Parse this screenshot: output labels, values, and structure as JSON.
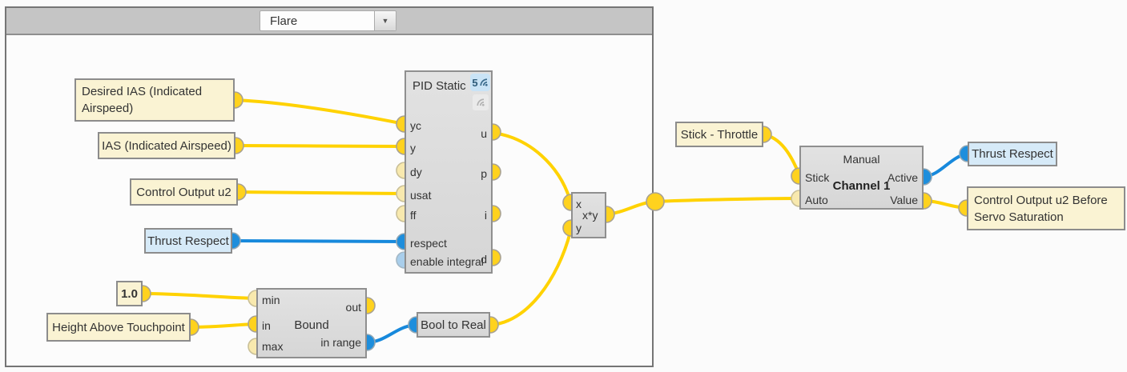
{
  "window": {
    "dropdown": {
      "value": "Flare",
      "arrow": "▼"
    }
  },
  "colors": {
    "wire_yellow": "#FFD200",
    "wire_blue": "#1789DC",
    "port_yellow_connected": "#FFD21E",
    "port_yellow_optional": "#F8E9AE",
    "port_blue_connected": "#1E8EDC",
    "port_blue_optional": "#A9CEEB",
    "node_yellow_bg": "#FAF3D3",
    "node_blue_bg": "#D6EAF8",
    "block_gray_bg": "#DCDCDC",
    "panel_header_gray": "#C5C5C5",
    "badge_blue_bg": "#C9E3F6"
  },
  "sources": {
    "desired_ias": {
      "label": "Desired IAS (Indicated Airspeed)"
    },
    "ias": {
      "label": "IAS (Indicated Airspeed)"
    },
    "control_output_u2": {
      "label": "Control Output u2"
    },
    "thrust_respect": {
      "label": "Thrust Respect"
    },
    "const_one": {
      "label": "1.0"
    },
    "height_above_touchpoint": {
      "label": "Height Above Touchpoint"
    },
    "stick_throttle": {
      "label": "Stick - Throttle"
    }
  },
  "sinks": {
    "thrust_respect": {
      "label": "Thrust Respect"
    },
    "control_output_u2_before": {
      "label": "Control Output u2 Before Servo Saturation"
    }
  },
  "blocks": {
    "pid": {
      "title": "PID Static",
      "badge_count": "5",
      "inputs": [
        "yc",
        "y",
        "dy",
        "usat",
        "ff",
        "respect",
        "enable integral"
      ],
      "outputs": [
        "u",
        "p",
        "i",
        "d"
      ]
    },
    "bound": {
      "title": "Bound",
      "inputs": [
        "min",
        "in",
        "max"
      ],
      "outputs": [
        "out",
        "in range"
      ]
    },
    "bool_to_real": {
      "title": "Bool to Real"
    },
    "multiply": {
      "title": "x*y",
      "inputs": [
        "x",
        "y"
      ]
    },
    "manual": {
      "title": "Manual",
      "subtitle": "Channel 1",
      "inputs": [
        "Stick",
        "Auto"
      ],
      "outputs": [
        "Active",
        "Value"
      ]
    }
  }
}
